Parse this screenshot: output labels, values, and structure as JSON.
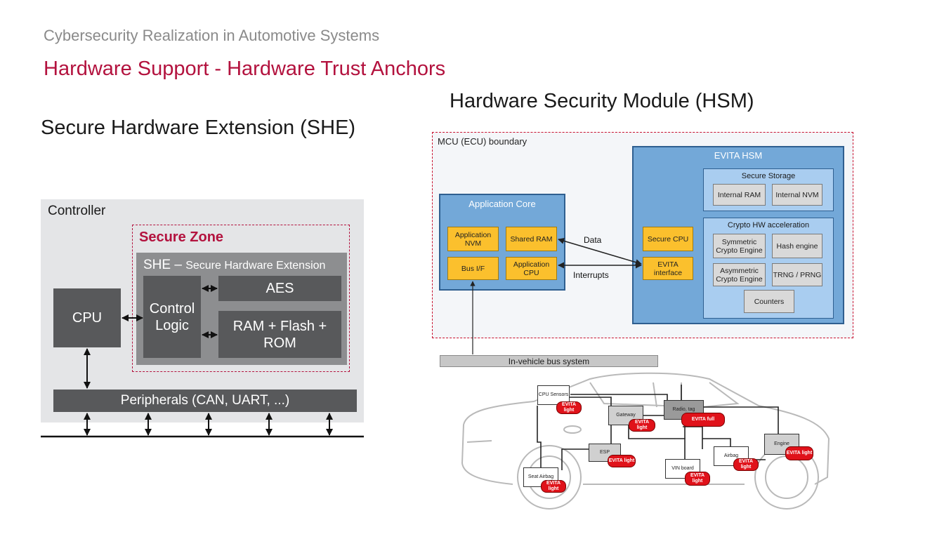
{
  "header": {
    "suptitle": "Cybersecurity Realization in Automotive Systems",
    "title": "Hardware Support - Hardware Trust Anchors"
  },
  "she": {
    "heading": "Secure Hardware Extension (SHE)",
    "controller_label": "Controller",
    "secure_zone_label": "Secure Zone",
    "she_label_main": "SHE –",
    "she_label_sub": "Secure Hardware Extension",
    "cpu": "CPU",
    "control_logic": "Control Logic",
    "aes": "AES",
    "ram_flash_rom": "RAM + Flash + ROM",
    "peripherals": "Peripherals (CAN, UART, ...)"
  },
  "hsm": {
    "heading": "Hardware Security Module (HSM)",
    "mcu_boundary": "MCU (ECU) boundary",
    "application_core": {
      "label": "Application Core",
      "app_nvm": "Application NVM",
      "shared_ram": "Shared RAM",
      "bus_if": "Bus I/F",
      "app_cpu": "Application CPU"
    },
    "data_label": "Data",
    "interrupts_label": "Interrupts",
    "evita": {
      "label": "EVITA HSM",
      "secure_cpu": "Secure CPU",
      "evita_interface": "EVITA interface",
      "secure_storage": {
        "label": "Secure Storage",
        "internal_ram": "Internal RAM",
        "internal_nvm": "Internal NVM"
      },
      "crypto": {
        "label": "Crypto HW acceleration",
        "symmetric": "Symmetric Crypto Engine",
        "hash": "Hash engine",
        "asymmetric": "Asymmetric Crypto Engine",
        "trng": "TRNG / PRNG",
        "counters": "Counters"
      }
    },
    "bus_system": "In-vehicle bus system"
  },
  "car": {
    "ecus": {
      "cpu_sensors": "CPU Sensors",
      "gateway": "Gateway",
      "radio": "Radio, tag",
      "esp": "ESP",
      "airbag": "Airbag",
      "engine": "Engine",
      "seat": "Seat Airbag",
      "vin": "VIN board"
    },
    "tag_label": "EVITA light",
    "tag_label_mid": "EVITA full"
  }
}
